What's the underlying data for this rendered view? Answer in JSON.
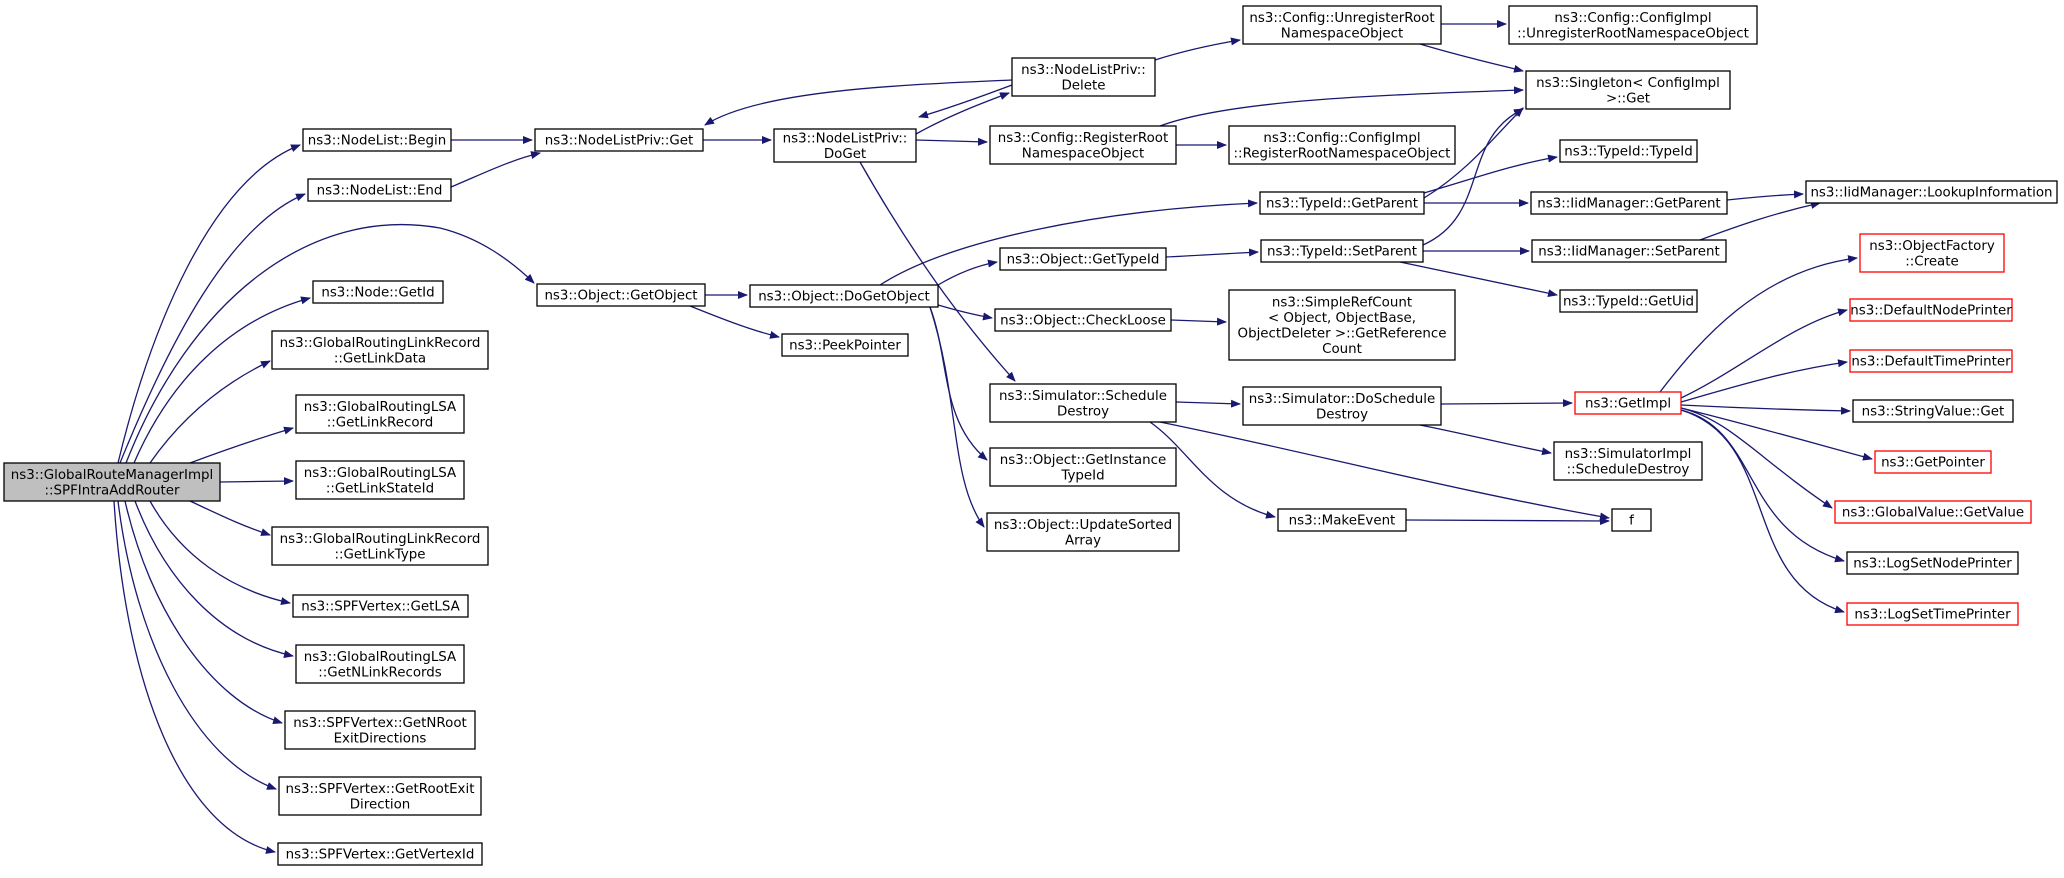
{
  "graph": {
    "title": "",
    "colors": {
      "edge": "#191970",
      "root_fill": "#bfbfbf",
      "node_border": "#000000",
      "truncated_border": "#ff0000",
      "background": "#ffffff"
    },
    "nodes": [
      {
        "id": "root",
        "lines": [
          "ns3::GlobalRouteManagerImpl",
          "::SPFIntraAddRouter"
        ],
        "style": "root"
      },
      {
        "id": "nodelist_begin",
        "lines": [
          "ns3::NodeList::Begin"
        ]
      },
      {
        "id": "nodelist_end",
        "lines": [
          "ns3::NodeList::End"
        ]
      },
      {
        "id": "node_getid",
        "lines": [
          "ns3::Node::GetId"
        ]
      },
      {
        "id": "grlr_getlinkdata",
        "lines": [
          "ns3::GlobalRoutingLinkRecord",
          "::GetLinkData"
        ]
      },
      {
        "id": "grlsa_getlinkrecord",
        "lines": [
          "ns3::GlobalRoutingLSA",
          "::GetLinkRecord"
        ]
      },
      {
        "id": "grlsa_getlinkstateid",
        "lines": [
          "ns3::GlobalRoutingLSA",
          "::GetLinkStateId"
        ]
      },
      {
        "id": "grlr_getlinktype",
        "lines": [
          "ns3::GlobalRoutingLinkRecord",
          "::GetLinkType"
        ]
      },
      {
        "id": "spf_getlsa",
        "lines": [
          "ns3::SPFVertex::GetLSA"
        ]
      },
      {
        "id": "grlsa_getnlinkrecords",
        "lines": [
          "ns3::GlobalRoutingLSA",
          "::GetNLinkRecords"
        ]
      },
      {
        "id": "spf_getnroot",
        "lines": [
          "ns3::SPFVertex::GetNRoot",
          "ExitDirections"
        ]
      },
      {
        "id": "spf_getrootexit",
        "lines": [
          "ns3::SPFVertex::GetRootExit",
          "Direction"
        ]
      },
      {
        "id": "spf_getvertexid",
        "lines": [
          "ns3::SPFVertex::GetVertexId"
        ]
      },
      {
        "id": "nlp_get",
        "lines": [
          "ns3::NodeListPriv::Get"
        ]
      },
      {
        "id": "obj_getobject",
        "lines": [
          "ns3::Object::GetObject"
        ]
      },
      {
        "id": "nlp_doget",
        "lines": [
          "ns3::NodeListPriv::",
          "DoGet"
        ]
      },
      {
        "id": "obj_dogetobject",
        "lines": [
          "ns3::Object::DoGetObject"
        ]
      },
      {
        "id": "peekpointer",
        "lines": [
          "ns3::PeekPointer"
        ]
      },
      {
        "id": "nlp_delete",
        "lines": [
          "ns3::NodeListPriv::",
          "Delete"
        ]
      },
      {
        "id": "cfg_registerroot",
        "lines": [
          "ns3::Config::RegisterRoot",
          "NamespaceObject"
        ]
      },
      {
        "id": "obj_gettypeid",
        "lines": [
          "ns3::Object::GetTypeId"
        ]
      },
      {
        "id": "obj_checkloose",
        "lines": [
          "ns3::Object::CheckLoose"
        ]
      },
      {
        "id": "sim_scheduledestroy",
        "lines": [
          "ns3::Simulator::Schedule",
          "Destroy"
        ]
      },
      {
        "id": "obj_getinstancetypeid",
        "lines": [
          "ns3::Object::GetInstance",
          "TypeId"
        ]
      },
      {
        "id": "obj_updatesortedarray",
        "lines": [
          "ns3::Object::UpdateSorted",
          "Array"
        ]
      },
      {
        "id": "cfg_unregisterroot",
        "lines": [
          "ns3::Config::UnregisterRoot",
          "NamespaceObject"
        ]
      },
      {
        "id": "cfgimpl_registerroot",
        "lines": [
          "ns3::Config::ConfigImpl",
          "::RegisterRootNamespaceObject"
        ]
      },
      {
        "id": "typeid_getparent",
        "lines": [
          "ns3::TypeId::GetParent"
        ]
      },
      {
        "id": "typeid_setparent",
        "lines": [
          "ns3::TypeId::SetParent"
        ]
      },
      {
        "id": "simplerefcount",
        "lines": [
          "ns3::SimpleRefCount",
          "< Object, ObjectBase,",
          "ObjectDeleter >::GetReference",
          "Count"
        ]
      },
      {
        "id": "sim_doscheduledestroy",
        "lines": [
          "ns3::Simulator::DoSchedule",
          "Destroy"
        ]
      },
      {
        "id": "makeevent",
        "lines": [
          "ns3::MakeEvent"
        ]
      },
      {
        "id": "cfgimpl_unregisterroot",
        "lines": [
          "ns3::Config::ConfigImpl",
          "::UnregisterRootNamespaceObject"
        ]
      },
      {
        "id": "singleton_get",
        "lines": [
          "ns3::Singleton< ConfigImpl",
          " >::Get"
        ]
      },
      {
        "id": "typeid_typeid",
        "lines": [
          "ns3::TypeId::TypeId"
        ]
      },
      {
        "id": "iid_getparent",
        "lines": [
          "ns3::IidManager::GetParent"
        ]
      },
      {
        "id": "iid_setparent",
        "lines": [
          "ns3::IidManager::SetParent"
        ]
      },
      {
        "id": "typeid_getuid",
        "lines": [
          "ns3::TypeId::GetUid"
        ]
      },
      {
        "id": "getimpl",
        "lines": [
          "ns3::GetImpl"
        ],
        "style": "red"
      },
      {
        "id": "simimpl_scheduledestroy",
        "lines": [
          "ns3::SimulatorImpl",
          "::ScheduleDestroy"
        ]
      },
      {
        "id": "f",
        "lines": [
          "f"
        ]
      },
      {
        "id": "iid_lookupinformation",
        "lines": [
          "ns3::IidManager::LookupInformation"
        ]
      },
      {
        "id": "objectfactory_create",
        "lines": [
          "ns3::ObjectFactory",
          "::Create"
        ],
        "style": "red"
      },
      {
        "id": "defaultnodeprinter",
        "lines": [
          "ns3::DefaultNodePrinter"
        ],
        "style": "red"
      },
      {
        "id": "defaulttimeprinter",
        "lines": [
          "ns3::DefaultTimePrinter"
        ],
        "style": "red"
      },
      {
        "id": "stringvalue_get",
        "lines": [
          "ns3::StringValue::Get"
        ]
      },
      {
        "id": "getpointer",
        "lines": [
          "ns3::GetPointer"
        ],
        "style": "red"
      },
      {
        "id": "globalvalue_getvalue",
        "lines": [
          "ns3::GlobalValue::GetValue"
        ],
        "style": "red"
      },
      {
        "id": "logsetnodeprinter",
        "lines": [
          "ns3::LogSetNodePrinter"
        ]
      },
      {
        "id": "logsettimeprinter",
        "lines": [
          "ns3::LogSetTimePrinter"
        ],
        "style": "red"
      }
    ]
  }
}
